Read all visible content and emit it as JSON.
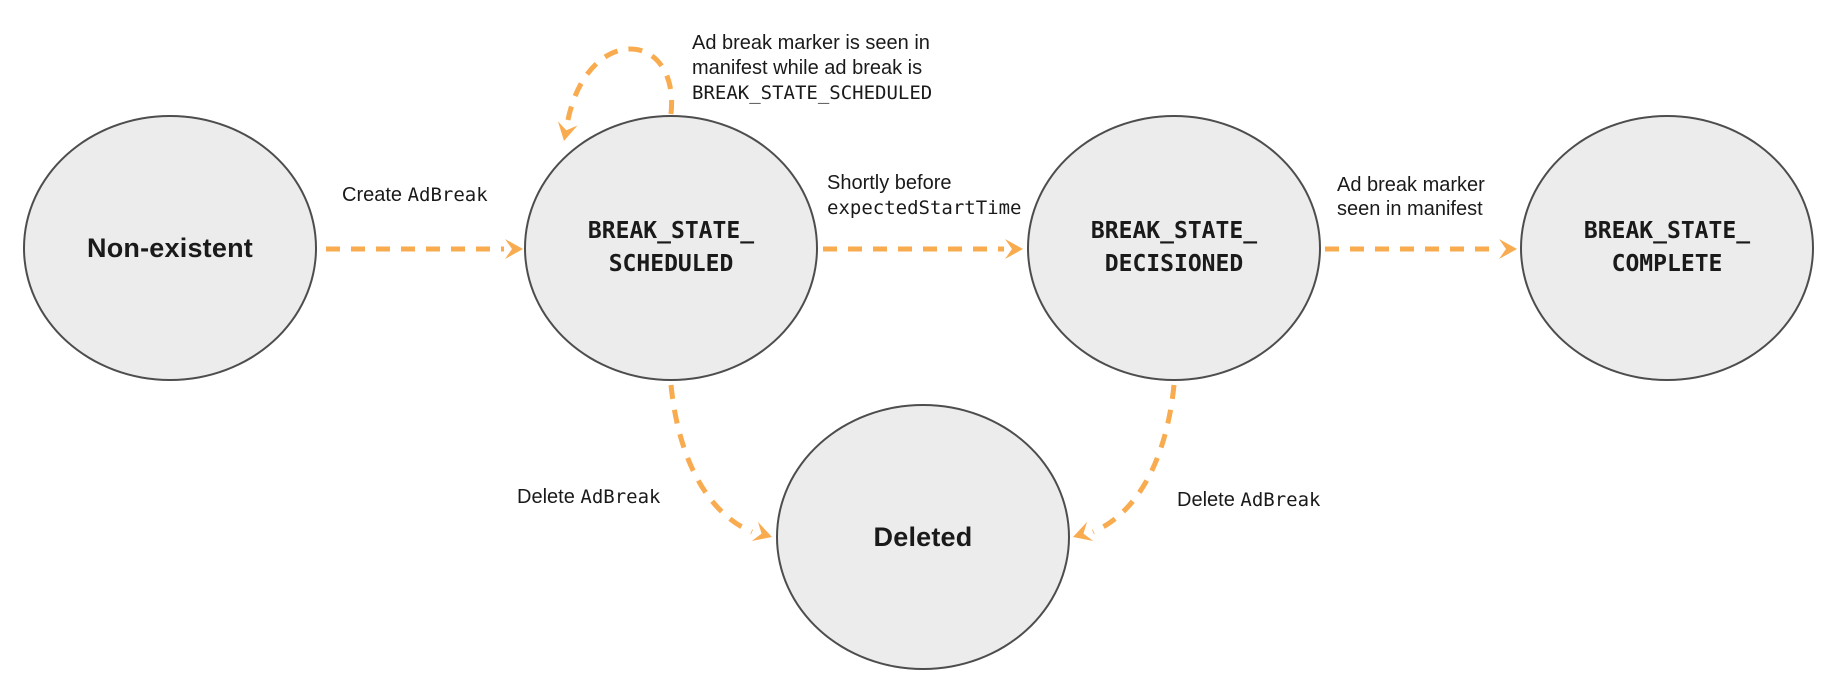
{
  "colors": {
    "accent": "#F9AB4F",
    "node_fill": "#ECECEC",
    "node_border": "#4D4D4D",
    "text": "#1A1A1A"
  },
  "nodes": {
    "non_existent": {
      "label": "Non-existent"
    },
    "scheduled": {
      "line1": "BREAK_STATE_",
      "line2": "SCHEDULED"
    },
    "decisioned": {
      "line1": "BREAK_STATE_",
      "line2": "DECISIONED"
    },
    "complete": {
      "line1": "BREAK_STATE_",
      "line2": "COMPLETE"
    },
    "deleted": {
      "label": "Deleted"
    }
  },
  "edges": {
    "create": {
      "plain": "Create ",
      "code": "AdBreak"
    },
    "self_loop": {
      "line1": "Ad break marker is seen in",
      "line2": "manifest while ad break is",
      "code": "BREAK_STATE_SCHEDULED"
    },
    "shortly": {
      "plain": "Shortly before",
      "code": "expectedStartTime"
    },
    "marker_seen": {
      "line1": "Ad break marker",
      "line2": "seen in manifest"
    },
    "delete_left": {
      "plain": "Delete ",
      "code": "AdBreak"
    },
    "delete_right": {
      "plain": "Delete ",
      "code": "AdBreak"
    }
  }
}
